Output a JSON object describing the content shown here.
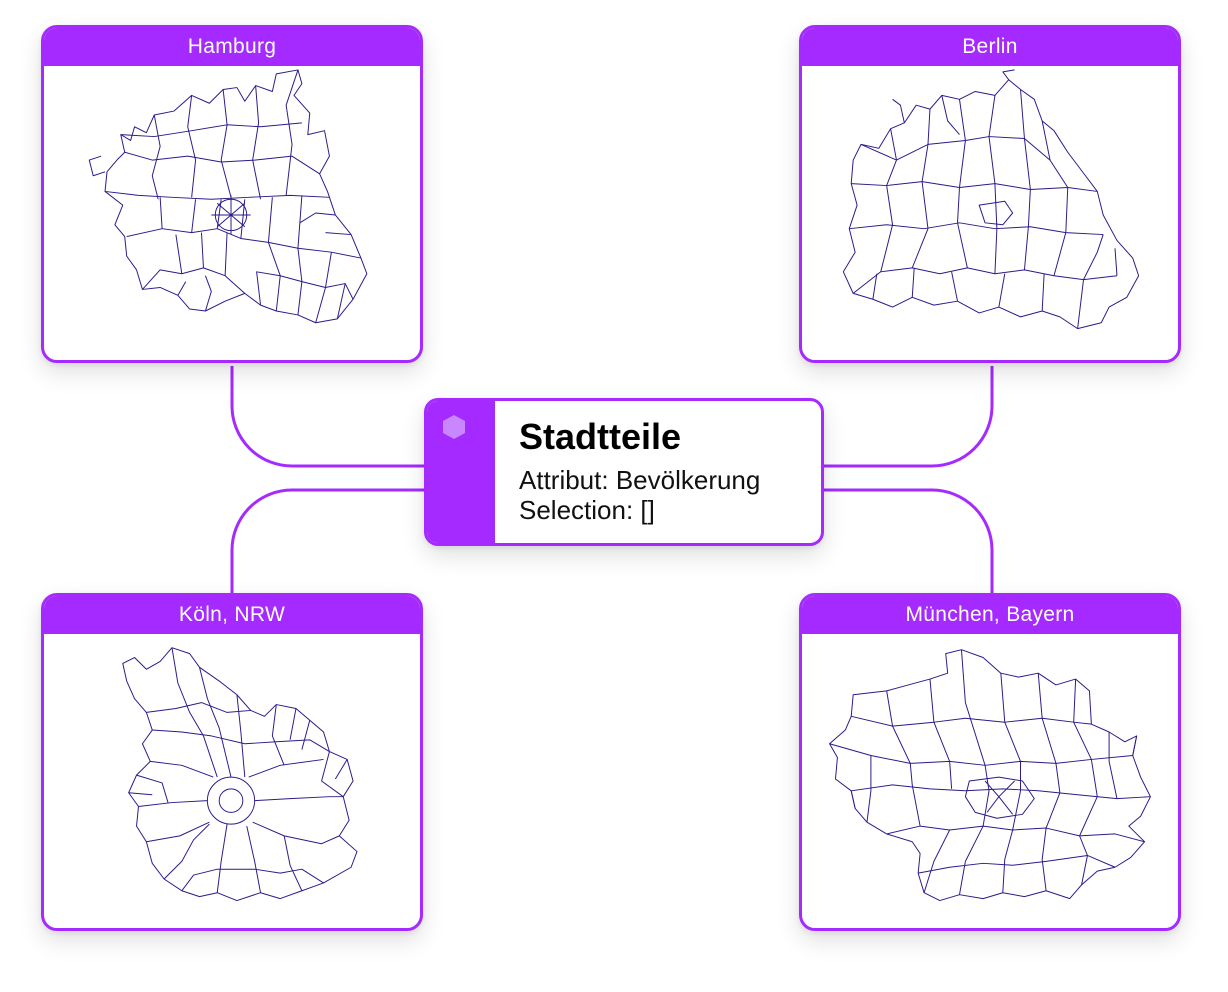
{
  "hub": {
    "title": "Stadtteile",
    "attribute_line": "Attribut: Bevölkerung",
    "selection_line": "Selection: []",
    "icon": "hexagon-icon"
  },
  "cards": [
    {
      "id": "hamburg",
      "title": "Hamburg"
    },
    {
      "id": "berlin",
      "title": "Berlin"
    },
    {
      "id": "koeln",
      "title": "Köln, NRW"
    },
    {
      "id": "muenchen",
      "title": "München, Bayern"
    }
  ],
  "colors": {
    "accent": "#a52aff",
    "map_stroke": "#2b1a8a",
    "hub_icon": "#c887ff"
  }
}
